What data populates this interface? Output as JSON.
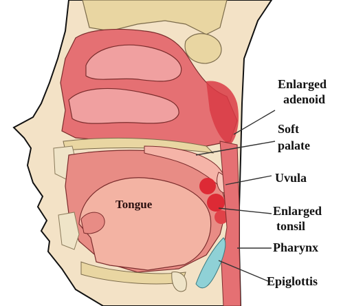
{
  "labels": {
    "tongue": "Tongue",
    "enlarged_adenoid": [
      "Enlarged",
      "adenoid"
    ],
    "soft_palate": [
      "Soft",
      "palate"
    ],
    "uvula": "Uvula",
    "enlarged_tonsil": [
      "Enlarged",
      "tonsil"
    ],
    "pharynx": "Pharynx",
    "epiglottis": "Epiglottis"
  },
  "colors": {
    "skin": "#f3e2c6",
    "bone": "#e9d6a2",
    "nasal_tissue": "#e57073",
    "mucosa": "#f0a8a0",
    "tongue": "#f3b3a3",
    "inflamed": "#dd2a35",
    "epiglottis": "#8fd1d6",
    "leader_line": "#333333"
  }
}
